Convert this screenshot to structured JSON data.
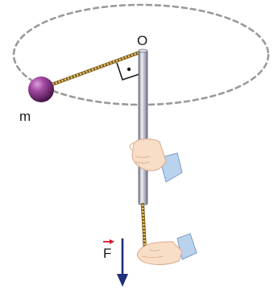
{
  "labels": {
    "pivot": "O",
    "mass": "m",
    "force": "F",
    "right_angle_dot": "•"
  },
  "colors": {
    "orbit": "#9a9a9a",
    "rope_light": "#e7c873",
    "rope_dark": "#7a5a1a",
    "tube_light": "#f1f1f6",
    "tube_mid": "#b9b9c9",
    "tube_dark": "#6f6f84",
    "ball_light": "#c67bc6",
    "ball_dark": "#4a154a",
    "force_arrow": "#1f2f7a",
    "force_vector_mark": "#d4152b",
    "skin": "#f8ddc7",
    "skin_shade": "#d9a98f",
    "cuff": "#b9d2ee",
    "cuff_shade": "#7d9cc6"
  }
}
